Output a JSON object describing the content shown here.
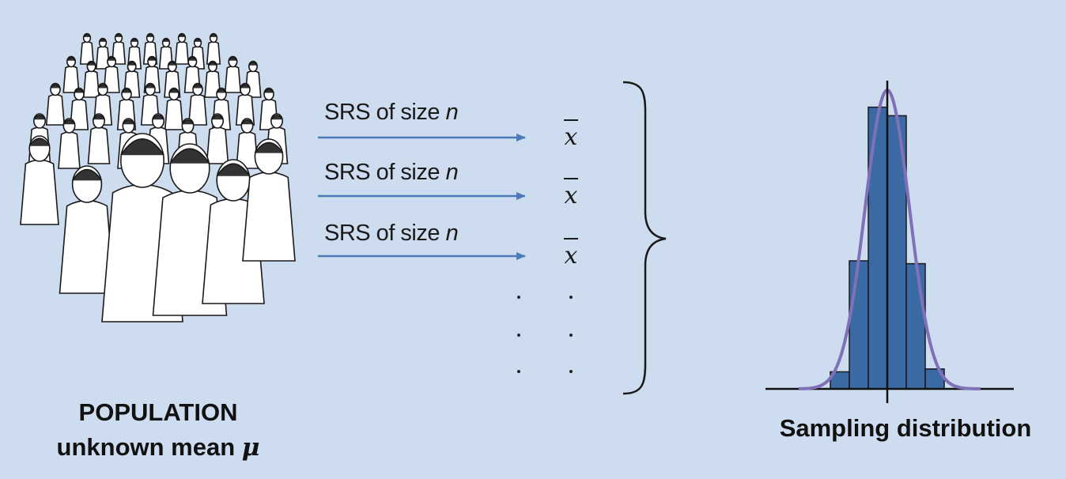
{
  "population": {
    "title": "POPULATION",
    "subtitle_prefix": "unknown mean ",
    "subtitle_symbol": "μ"
  },
  "samples": [
    {
      "label_prefix": "SRS of size ",
      "label_var": "n",
      "result": "x"
    },
    {
      "label_prefix": "SRS of size ",
      "label_var": "n",
      "result": "x"
    },
    {
      "label_prefix": "SRS of size ",
      "label_var": "n",
      "result": "x"
    }
  ],
  "sampling": {
    "label": "Sampling distribution"
  },
  "colors": {
    "background": "#cddcee",
    "arrow": "#4a7ab8",
    "bars": "#3a69a3",
    "curve": "#8070b8",
    "ink": "#111111"
  },
  "icons": {
    "population": "crowd-of-people-illustration",
    "brace": "right-curly-brace"
  },
  "chart_data": {
    "type": "bar",
    "description_note": "",
    "values": [
      0.06,
      0.45,
      0.99,
      0.96,
      0.44,
      0.07
    ],
    "overlay": "normal-curve"
  }
}
